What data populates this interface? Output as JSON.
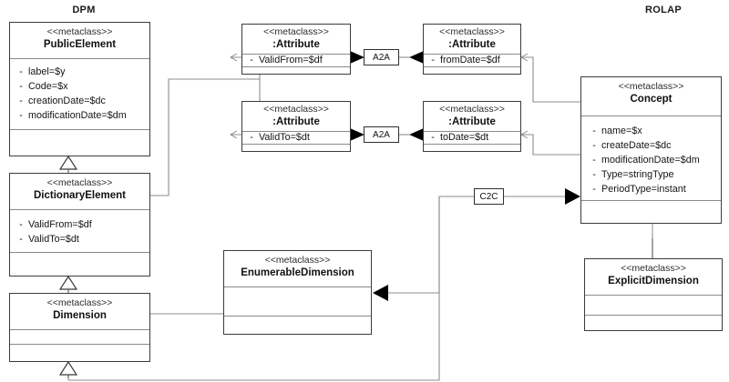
{
  "diagram": {
    "title_left": "DPM",
    "title_right": "ROLAP",
    "stereotype": "<<metaclass>>",
    "visibility_private": "-"
  },
  "classes": {
    "public_element": {
      "stereotype": "<<metaclass>>",
      "name": "PublicElement",
      "attributes": [
        {
          "vis": "-",
          "text": "label=$y"
        },
        {
          "vis": "-",
          "text": "Code=$x"
        },
        {
          "vis": "-",
          "text": "creationDate=$dc"
        },
        {
          "vis": "-",
          "text": "modificationDate=$dm"
        }
      ]
    },
    "dictionary_element": {
      "stereotype": "<<metaclass>>",
      "name": "DictionaryElement",
      "attributes": [
        {
          "vis": "-",
          "text": "ValidFrom=$df"
        },
        {
          "vis": "-",
          "text": "ValidTo=$dt"
        }
      ]
    },
    "dimension": {
      "stereotype": "<<metaclass>>",
      "name": "Dimension",
      "attributes": []
    },
    "attribute_validfrom": {
      "stereotype": "<<metaclass>>",
      "name": ":Attribute",
      "attributes": [
        {
          "vis": "-",
          "text": "ValidFrom=$df"
        }
      ]
    },
    "attribute_validto": {
      "stereotype": "<<metaclass>>",
      "name": ":Attribute",
      "attributes": [
        {
          "vis": "-",
          "text": "ValidTo=$dt"
        }
      ]
    },
    "attribute_fromdate": {
      "stereotype": "<<metaclass>>",
      "name": ":Attribute",
      "attributes": [
        {
          "vis": "-",
          "text": "fromDate=$df"
        }
      ]
    },
    "attribute_todate": {
      "stereotype": "<<metaclass>>",
      "name": ":Attribute",
      "attributes": [
        {
          "vis": "-",
          "text": "toDate=$dt"
        }
      ]
    },
    "concept": {
      "stereotype": "<<metaclass>>",
      "name": "Concept",
      "attributes": [
        {
          "vis": "-",
          "text": "name=$x"
        },
        {
          "vis": "-",
          "text": "createDate=$dc"
        },
        {
          "vis": "-",
          "text": "modificationDate=$dm"
        },
        {
          "vis": "-",
          "text": "Type=stringType"
        },
        {
          "vis": "-",
          "text": "PeriodType=instant"
        }
      ]
    },
    "enumerable_dimension": {
      "stereotype": "<<metaclass>>",
      "name": "EnumerableDimension",
      "attributes": []
    },
    "explicit_dimension": {
      "stereotype": "<<metaclass>>",
      "name": "ExplicitDimension",
      "attributes": []
    }
  },
  "edge_labels": {
    "a2a_top": "A2A",
    "a2a_bottom": "A2A",
    "c2c": "C2C"
  },
  "colors": {
    "box_border": "#3b3b3b",
    "divider": "#8a8a8a",
    "line": "#8c8c8c",
    "arrow_fill": "#000000",
    "background": "#ffffff",
    "text": "#111111"
  }
}
